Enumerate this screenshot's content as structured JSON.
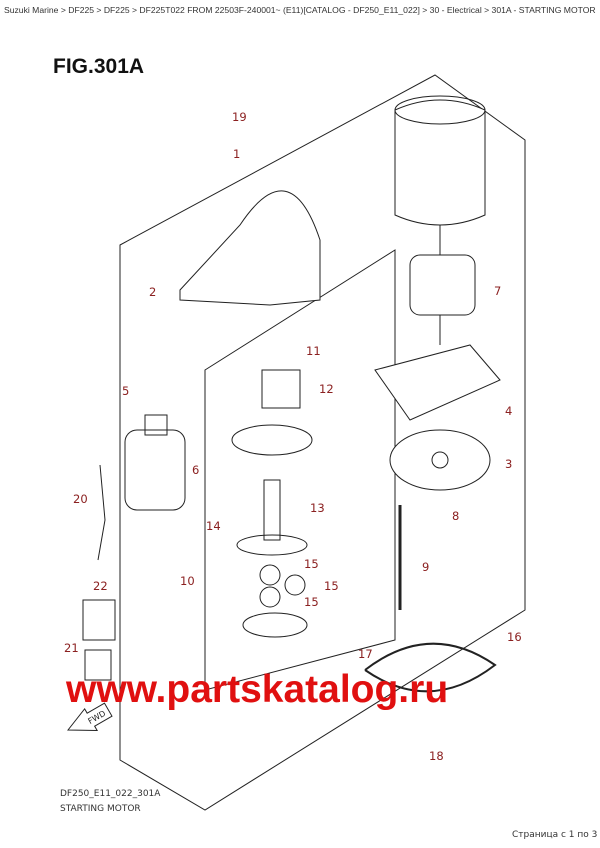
{
  "breadcrumb": "Suzuki Marine > DF225 > DF225 > DF225T022 FROM 22503F-240001~ (E11)[CATALOG - DF250_E11_022] > 30 - Electrical > 301A - STARTING MOTOR",
  "figure_title": "FIG.301A",
  "callouts": [
    "19",
    "1",
    "2",
    "11",
    "12",
    "5",
    "7",
    "4",
    "3",
    "6",
    "13",
    "14",
    "8",
    "20",
    "15",
    "15",
    "15",
    "10",
    "9",
    "22",
    "16",
    "21",
    "17",
    "18"
  ],
  "watermark": "www.partskatalog.ru",
  "fwd_label": "FWD",
  "diagram_code": "DF250_E11_022_301A",
  "caption": "STARTING MOTOR",
  "pagination": "Страница с 1 по 3",
  "colors": {
    "callout": "#8b2020",
    "watermark": "#e01010"
  }
}
